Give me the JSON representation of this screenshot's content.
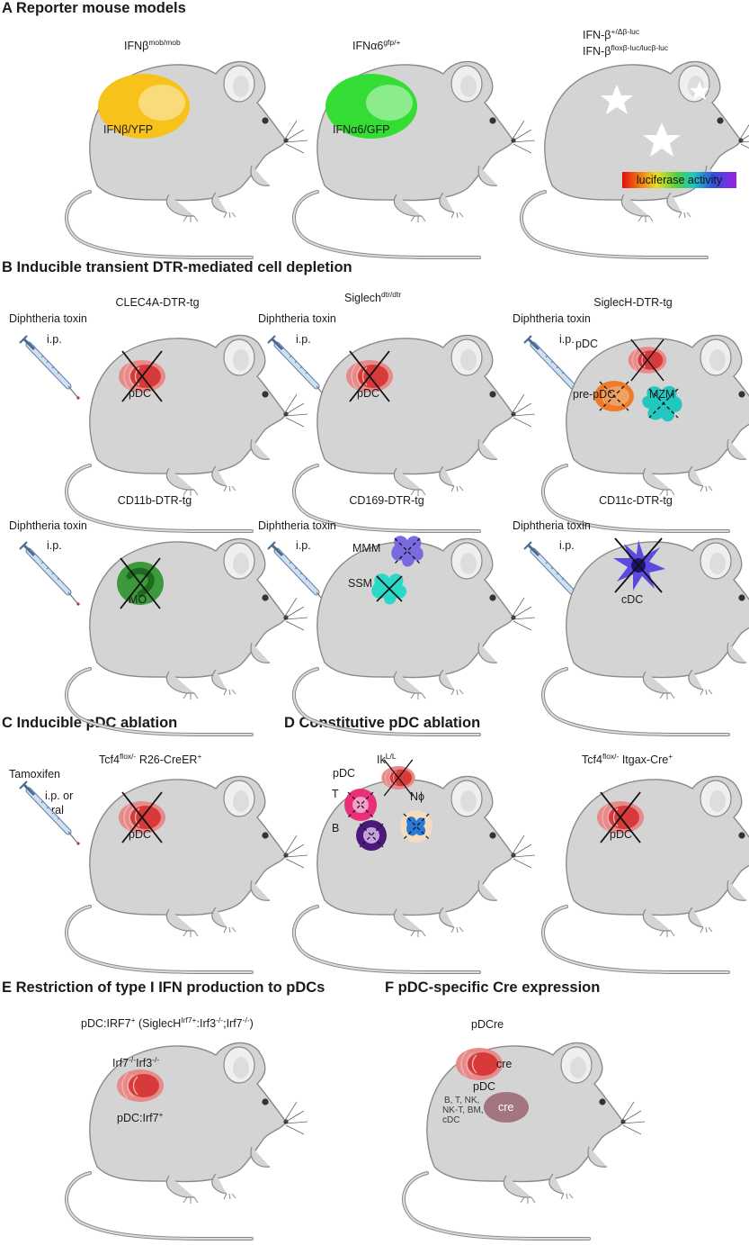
{
  "sections": {
    "a": "A Reporter mouse models",
    "b": "B Inducible transient DTR-mediated cell depletion",
    "c": "C Inducible pDC ablation",
    "d": "D Constitutive pDC ablation",
    "e": "E Restriction of type I IFN production to pDCs",
    "f": "F pDC-specific Cre expression"
  },
  "a": {
    "m1": {
      "base": "IFNβ",
      "sup": "mob/mob",
      "inner": "IFNβ/YFP"
    },
    "m2": {
      "base": "IFNα6",
      "sup": "gfp/+",
      "inner": "IFNα6/GFP"
    },
    "m3": {
      "line1_base": "IFN-β",
      "line1_sup": "+/Δβ-luc",
      "line2_base": "IFN-β",
      "line2_sup": "floxβ-luc/lucβ-luc",
      "bar": "luciferase activity"
    }
  },
  "b": {
    "dt": "Diphtheria toxin",
    "ip": "i.p.",
    "r1": {
      "t1": "CLEC4A-DTR-tg",
      "t2_base": "Siglech",
      "t2_sup": "dtr/dtr",
      "t3": "SiglecH-DTR-tg",
      "pdc": "pDC",
      "prepdc": "pre-pDC",
      "mzm": "MZM"
    },
    "r2": {
      "t1": "CD11b-DTR-tg",
      "t2": "CD169-DTR-tg",
      "t3": "CD11c-DTR-tg",
      "mo": "MO",
      "mmm": "MMM",
      "ssm": "SSM",
      "cdc": "cDC"
    }
  },
  "c": {
    "title_base": "Tcf4",
    "title_sup": "flox/-",
    "title_mid": " R26-CreER",
    "title_sup2": "+",
    "tam": "Tamoxifen",
    "route1": "i.p. or",
    "route2": "oral",
    "pdc": "pDC"
  },
  "d": {
    "m1": {
      "base": "Ik",
      "sup": "L/L",
      "pdc": "pDC",
      "t": "T",
      "b": "B",
      "n": "Nϕ"
    },
    "m2": {
      "base": "Tcf4",
      "sup": "flox/-",
      "mid": " Itgax-Cre",
      "sup2": "+",
      "pdc": "pDC"
    }
  },
  "e": {
    "title_a": "pDC:IRF7",
    "title_a_sup": "+",
    "title_b": " (SiglecH",
    "title_b_sup": "Irf7+",
    "title_c": ":Irf3",
    "title_c_sup": "-/-",
    "title_d": ";Irf7",
    "title_d_sup": "-/-",
    "title_e": ")",
    "l1a": "Irf7",
    "l1a_sup": "-/-",
    "l1b": "Irf3",
    "l1b_sup": "-/-",
    "l2": "pDC:Irf7",
    "l2_sup": "+"
  },
  "f": {
    "title": "pDCre",
    "cre1": "cre",
    "pdc": "pDC",
    "cre2": "cre",
    "small1": "B, T, NK,",
    "small2": "NK-T, BM,",
    "small3": "cDC"
  },
  "colors": {
    "body": "#d4d4d4",
    "outline": "#8a8a8a",
    "yfp": "#f7c21a",
    "gfp": "#33dd33",
    "pdc": "#d83a3a",
    "prepdc": "#ee7a2a",
    "mzm": "#22c8c0",
    "mo": "#2a9a2a",
    "mmm": "#7a6ae0",
    "ssm": "#2ad8c8",
    "cdc": "#4a3ad8",
    "tcell": "#e8307a",
    "bcell": "#4a1a7a",
    "neut": "#2a7ad8"
  }
}
